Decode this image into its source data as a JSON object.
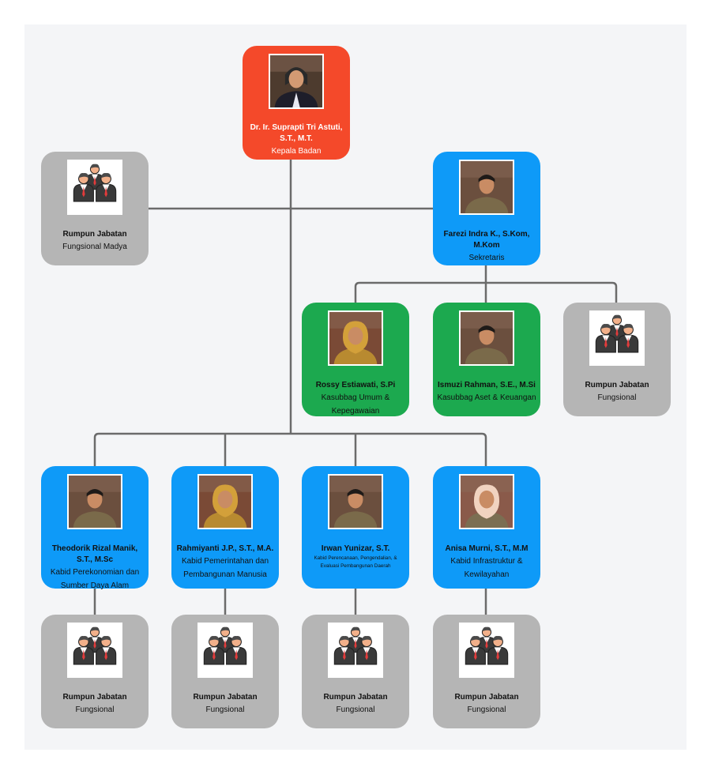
{
  "colors": {
    "head": "#f4492a",
    "structural": "#0e9af8",
    "subdivision": "#1ca94f",
    "functional": "#b5b5b5",
    "connector": "#6b6b6b"
  },
  "head": {
    "name": "Dr. Ir. Suprapti Tri Astuti, S.T., M.T.",
    "role": "Kepala Badan"
  },
  "madya": {
    "name": "Rumpun Jabatan",
    "role": "Fungsional Madya"
  },
  "sekretaris": {
    "name": "Farezi Indra K., S.Kom, M.Kom",
    "role": "Sekretaris"
  },
  "kasubbag": [
    {
      "name": "Rossy Estiawati, S.Pi",
      "role": "Kasubbag Umum & Kepegawaian"
    },
    {
      "name": "Ismuzi Rahman, S.E., M.Si",
      "role": "Kasubbag Aset & Keuangan"
    }
  ],
  "sekretariat_fungsional": {
    "name": "Rumpun Jabatan",
    "role": "Fungsional"
  },
  "kabid": [
    {
      "name": "Theodorik Rizal Manik, S.T., M.Sc",
      "role": "Kabid Perekonomian dan Sumber Daya Alam"
    },
    {
      "name": "Rahmiyanti J.P., S.T., M.A.",
      "role": "Kabid Pemerintahan dan Pembangunan Manusia"
    },
    {
      "name": "Irwan Yunizar, S.T.",
      "role": "Kabid Perencanaan, Pengendalian, & Evaluasi Pembangunan Daerah"
    },
    {
      "name": "Anisa Murni, S.T., M.M",
      "role": "Kabid Infrastruktur & Kewilayahan"
    }
  ],
  "bidang_fungsional": [
    {
      "name": "Rumpun Jabatan",
      "role": "Fungsional"
    },
    {
      "name": "Rumpun Jabatan",
      "role": "Fungsional"
    },
    {
      "name": "Rumpun Jabatan",
      "role": "Fungsional"
    },
    {
      "name": "Rumpun Jabatan",
      "role": "Fungsional"
    }
  ]
}
